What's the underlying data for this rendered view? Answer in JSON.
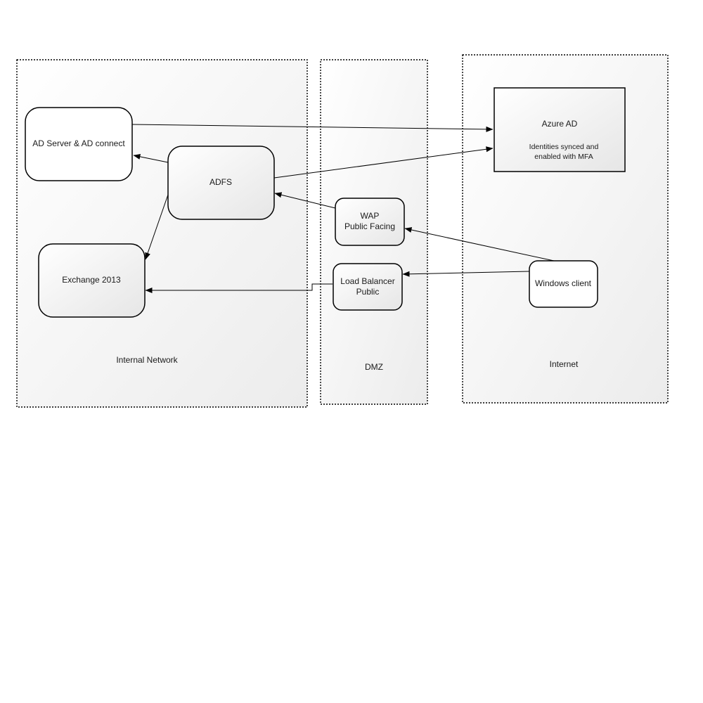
{
  "zones": {
    "internal": "Internal Network",
    "dmz": "DMZ",
    "internet": "Internet"
  },
  "nodes": {
    "ad_server": "AD Server & AD connect",
    "adfs": "ADFS",
    "exchange": "Exchange 2013",
    "wap_line1": "WAP",
    "wap_line2": "Public Facing",
    "lb_line1": "Load Balancer",
    "lb_line2": "Public",
    "azure_title": "Azure AD",
    "azure_sub_line1": "Identities synced and",
    "azure_sub_line2": "enabled with MFA",
    "windows_client": "Windows client"
  },
  "edges": [
    {
      "from": "ad_server",
      "to": "azure_ad"
    },
    {
      "from": "adfs",
      "to": "azure_ad"
    },
    {
      "from": "adfs",
      "to": "ad_server"
    },
    {
      "from": "adfs",
      "to": "exchange"
    },
    {
      "from": "wap",
      "to": "adfs"
    },
    {
      "from": "windows_client",
      "to": "wap"
    },
    {
      "from": "windows_client",
      "to": "load_balancer"
    },
    {
      "from": "load_balancer",
      "to": "exchange"
    }
  ]
}
